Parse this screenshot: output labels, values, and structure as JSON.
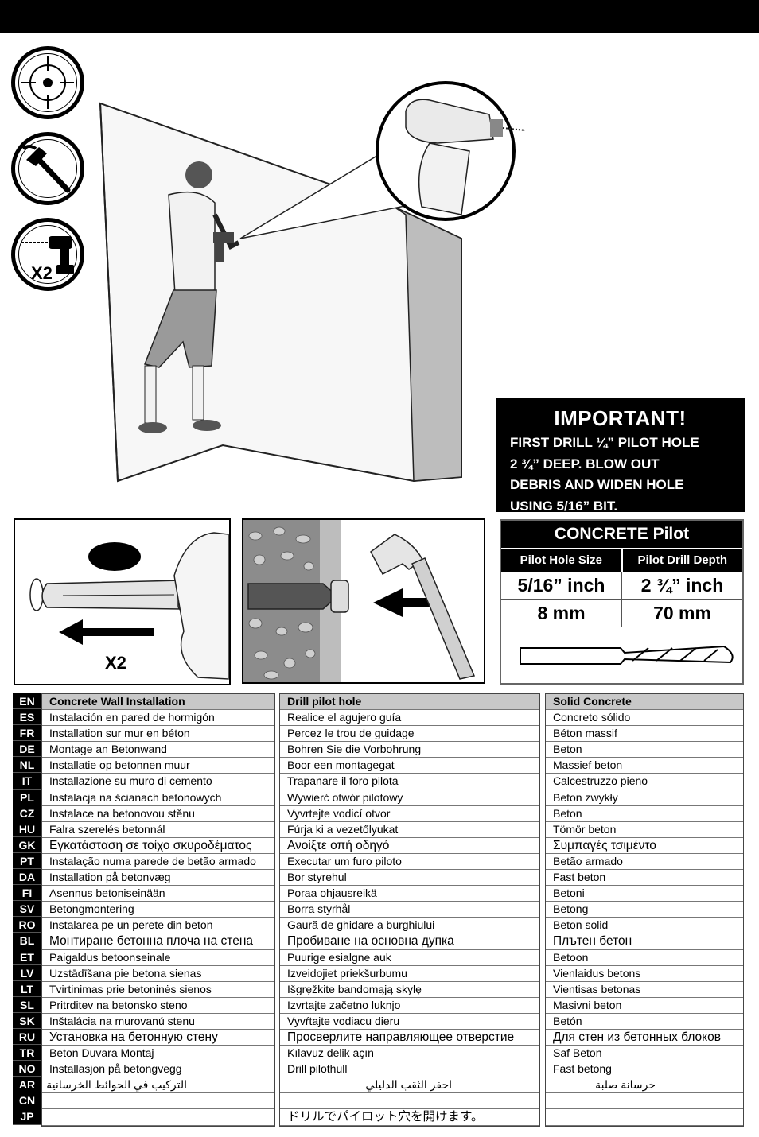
{
  "icons": {
    "target": "target-icon",
    "hammer": "hammer-icon",
    "drill": "drill-icon",
    "drill_count": "X2"
  },
  "important": {
    "title": "IMPORTANT!",
    "lines": [
      "FIRST DRILL ¼” PILOT HOLE",
      "2 ¾” DEEP.  BLOW OUT",
      "DEBRIS  AND WIDEN HOLE",
      "USING 5/16” BIT."
    ]
  },
  "step_panel": {
    "count": "X2"
  },
  "pilot_table": {
    "title": "CONCRETE Pilot",
    "col1": "Pilot Hole Size",
    "col2": "Pilot Drill Depth",
    "imperial_size": "5/16” inch",
    "imperial_depth": "2 ¾” inch",
    "metric_size": "8 mm",
    "metric_depth": "70 mm"
  },
  "languages": {
    "codes": [
      "EN",
      "ES",
      "FR",
      "DE",
      "NL",
      "IT",
      "PL",
      "CZ",
      "HU",
      "GK",
      "PT",
      "DA",
      "FI",
      "SV",
      "RO",
      "BL",
      "ET",
      "LV",
      "LT",
      "SL",
      "SK",
      "RU",
      "TR",
      "NO",
      "AR",
      "CN",
      "JP"
    ],
    "col1": [
      "Concrete Wall Installation",
      "Instalación en pared de hormigón",
      "Installation sur mur en béton",
      "Montage an Betonwand",
      "Installatie op betonnen muur",
      "Installazione su muro di cemento",
      "Instalacja na ścianach betonowych",
      "Instalace na betonovou stěnu",
      "Falra szerelés betonnál",
      "Εγκατάσταση σε τοίχο σκυροδέματος",
      "Instalação numa parede de betão armado",
      "Installation på betonvæg",
      "Asennus betoniseinään",
      "Betongmontering",
      "Instalarea pe un perete din beton",
      "Монтиране бетонна плоча на стена",
      "Paigaldus betoonseinale",
      "Uzstādīšana pie betona sienas",
      "Tvirtinimas prie betoninės sienos",
      "Pritrditev na betonsko steno",
      "Inštalácia na murovanú stenu",
      "Установка на бетонную стену",
      "Beton Duvara Montaj",
      "Installasjon på betongvegg",
      "التركيب في الحوائط الخرسانية",
      "",
      ""
    ],
    "col2": [
      "Drill pilot hole",
      "Realice el agujero guía",
      "Percez le trou de guidage",
      "Bohren Sie die Vorbohrung",
      "Boor een montagegat",
      "Trapanare il foro pilota",
      "Wywierć otwór pilotowy",
      "Vyvrtejte vodicí otvor",
      "Fúrja ki a vezetőlyukat",
      "Ανοίξτε οπή οδηγό",
      "Executar um furo piloto",
      "Bor styrehul",
      "Poraa ohjausreikä",
      "Borra styrhål",
      "Gaură de ghidare a burghiului",
      "Пробиване на основна дупка",
      "Puurige esialgne auk",
      "Izveidojiet priekšurbumu",
      "Išgręžkite bandomąją skylę",
      "Izvrtajte začetno luknjo",
      "Vyvŕtajte vodiacu dieru",
      "Просверлите направляющее отверстие",
      "Kılavuz delik açın",
      "Drill pilothull",
      "احفر الثقب الدليلي",
      "",
      "ドリルでパイロット穴を開けます。"
    ],
    "col3": [
      "Solid Concrete",
      "Concreto sólido",
      "Béton massif",
      "Beton",
      "Massief beton",
      "Calcestruzzo pieno",
      "Beton zwykły",
      "Beton",
      "Tömör beton",
      "Συμπαγές τσιμέντο",
      "Betão armado",
      "Fast beton",
      "Betoni",
      "Betong",
      "Beton solid",
      "Плътен бетон",
      "Betoon",
      "Vienlaidus betons",
      "Vientisas betonas",
      "Masivni beton",
      "Betón",
      "Для стен из бетонных блоков",
      "Saf Beton",
      "Fast betong",
      "خرسانة صلبة",
      "",
      ""
    ]
  }
}
